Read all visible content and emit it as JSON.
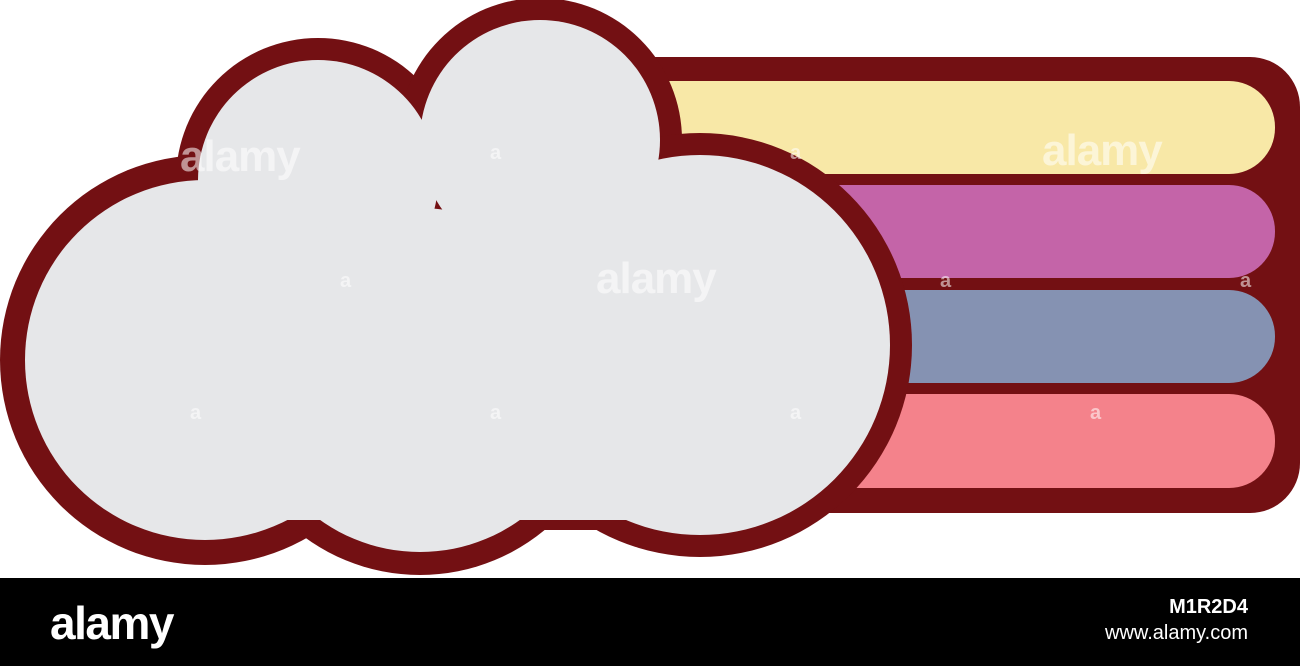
{
  "illustration": {
    "subject": "cloud-with-rainbow",
    "colors": {
      "outline": "#731013",
      "cloud_fill": "#e6e7e9",
      "stripe_yellow": "#f8e8a7",
      "stripe_magenta": "#c464a8",
      "stripe_slate": "#8592b2",
      "stripe_salmon": "#f4828b",
      "background": "#ffffff"
    }
  },
  "watermark": {
    "text": "alamy",
    "small_text": "a"
  },
  "footer": {
    "logo": "alamy",
    "image_id": "M1R2D4",
    "url": "www.alamy.com",
    "background": "#000000"
  }
}
